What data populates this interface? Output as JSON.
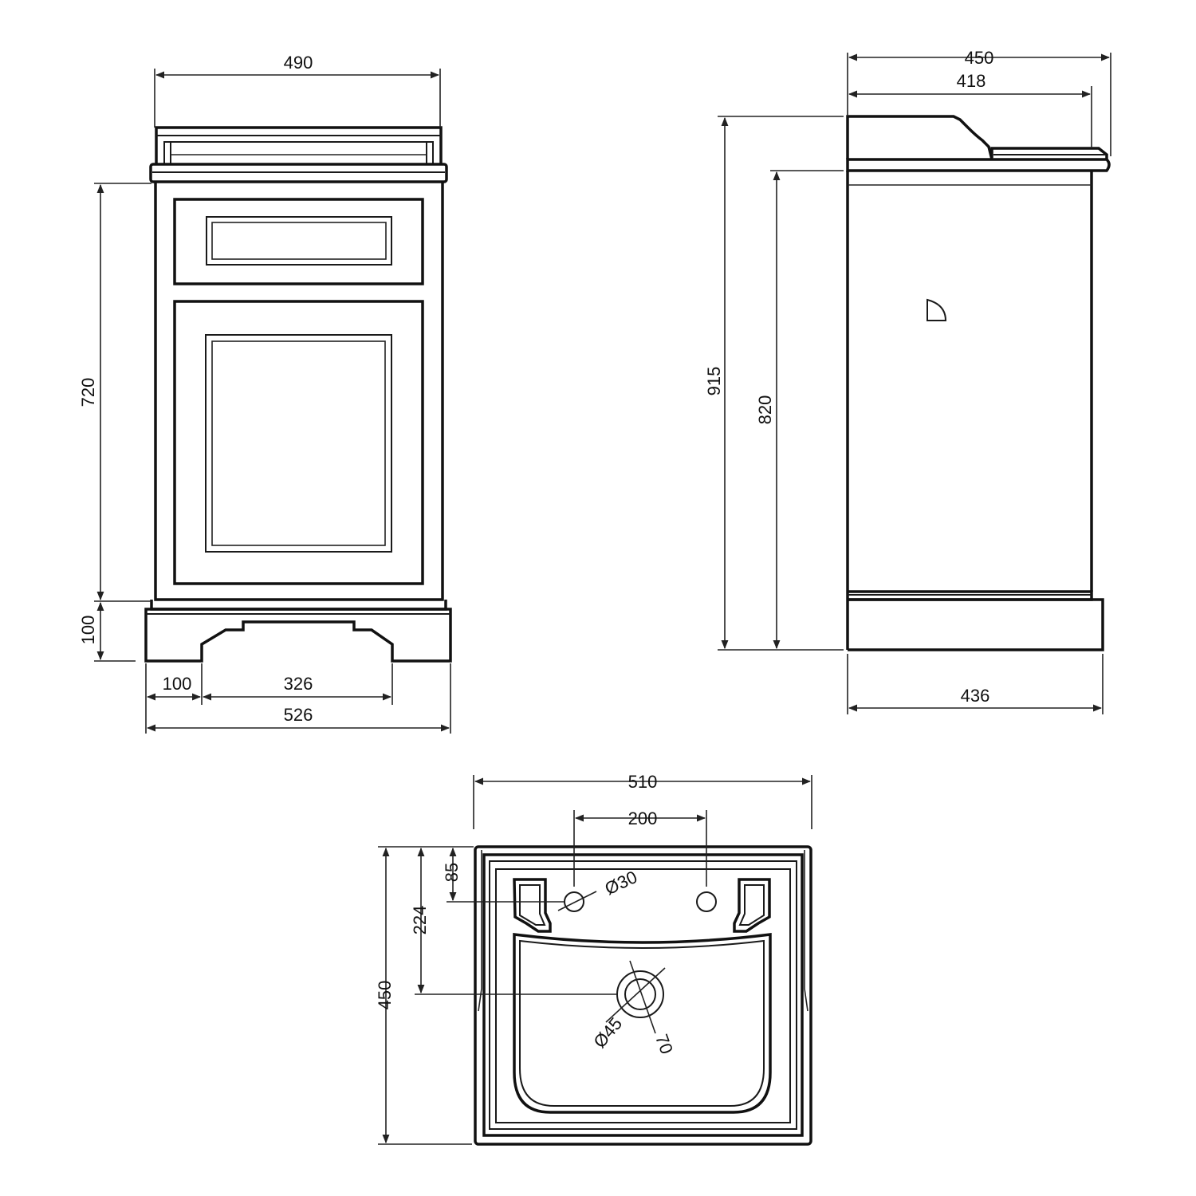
{
  "front_view": {
    "top_width": "490",
    "cabinet_height": "720",
    "plinth_height": "100",
    "plinth_side": "100",
    "plinth_cutout": "326",
    "overall_width": "526"
  },
  "side_view": {
    "basin_depth": "450",
    "top_depth": "418",
    "overall_height": "915",
    "cabinet_height": "820",
    "plinth_depth": "436"
  },
  "plan_view": {
    "basin_width": "510",
    "tap_centres": "200",
    "tap_hole_offset": "85",
    "waste_offset": "224",
    "basin_depth": "450",
    "tap_hole_diameter": "Ø30",
    "waste_diameter": "Ø45",
    "waste_outer": "70"
  },
  "colors": {
    "line": "#1a1a1a",
    "background": "#ffffff"
  }
}
